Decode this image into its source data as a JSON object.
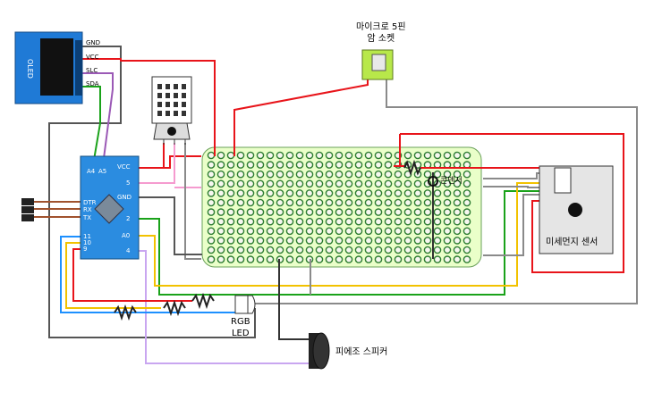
{
  "oled": {
    "label": "OLED",
    "pins": [
      "GND",
      "VCC",
      "SLC",
      "SDA"
    ]
  },
  "arduino": {
    "pins_left": [
      "DTR",
      "RX",
      "TX",
      "11",
      "10",
      "9"
    ],
    "pins_top": [
      "A4",
      "A5"
    ],
    "pins_right": [
      "VCC",
      "5",
      "GND",
      "2",
      "A0",
      "4"
    ]
  },
  "components": {
    "mic_socket_label": "마이크로 5핀\n암 소켓",
    "capacitor_label": "콘덴서",
    "dust_sensor_label": "미세먼지 센서",
    "rgb_led_label": "RGB\nLED",
    "piezo_label": "피에조 스피커"
  },
  "colors": {
    "wire_red": "#e8141a",
    "wire_black": "#333333",
    "wire_gray": "#8a8a8a",
    "wire_green": "#1aa21a",
    "wire_yellow": "#f2c200",
    "wire_blue": "#1e90ff",
    "wire_purple": "#9b59b6",
    "wire_lavender": "#c9a6f0",
    "wire_pink": "#f59bcf",
    "wire_brown": "#8b4513",
    "board_green": "#eaffc9",
    "arduino_blue": "#2b8ce0",
    "oled_blue": "#1f7ad6",
    "socket_green": "#b8e84a"
  }
}
